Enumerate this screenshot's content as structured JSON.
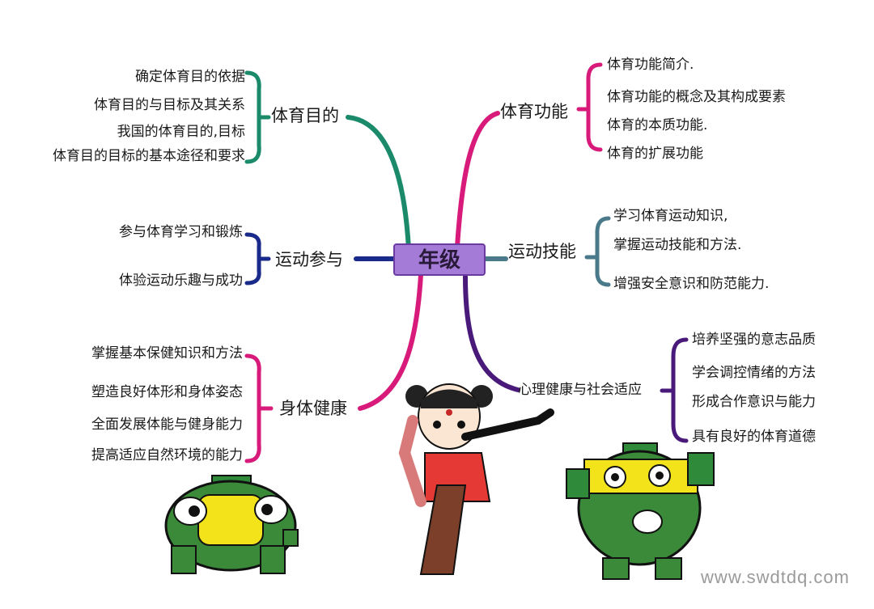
{
  "center": {
    "label": "年级"
  },
  "branches": {
    "purpose": {
      "label": "体育目的",
      "color": "#1a8a6a",
      "items": [
        "确定体育目的依据",
        "体育目的与目标及其关系",
        "我国的体育目的,目标",
        "体育目的目标的基本途径和要求"
      ]
    },
    "participation": {
      "label": "运动参与",
      "color": "#1a2a8a",
      "items": [
        "参与体育学习和锻炼",
        "体验运动乐趣与成功"
      ]
    },
    "health": {
      "label": "身体健康",
      "color": "#d81b7a",
      "items": [
        "掌握基本保健知识和方法",
        "塑造良好体形和身体姿态",
        "全面发展体能与健身能力",
        "提高适应自然环境的能力"
      ]
    },
    "function": {
      "label": "体育功能",
      "color": "#d81b7a",
      "items": [
        "体育功能简介.",
        "体育功能的概念及其构成要素",
        "体育的本质功能.",
        "体育的扩展功能"
      ]
    },
    "skills": {
      "label": "运动技能",
      "color": "#4a7a8a",
      "items": [
        "学习体育运动知识,",
        "掌握运动技能和方法.",
        "增强安全意识和防范能力."
      ]
    },
    "mental": {
      "label": "心理健康与社会适应",
      "color": "#4a1a7a",
      "items": [
        "培养坚强的意志品质",
        "学会调控情绪的方法",
        "形成合作意识与能力",
        "具有良好的体育道德"
      ]
    }
  },
  "watermark": "www.swdtdq.com"
}
